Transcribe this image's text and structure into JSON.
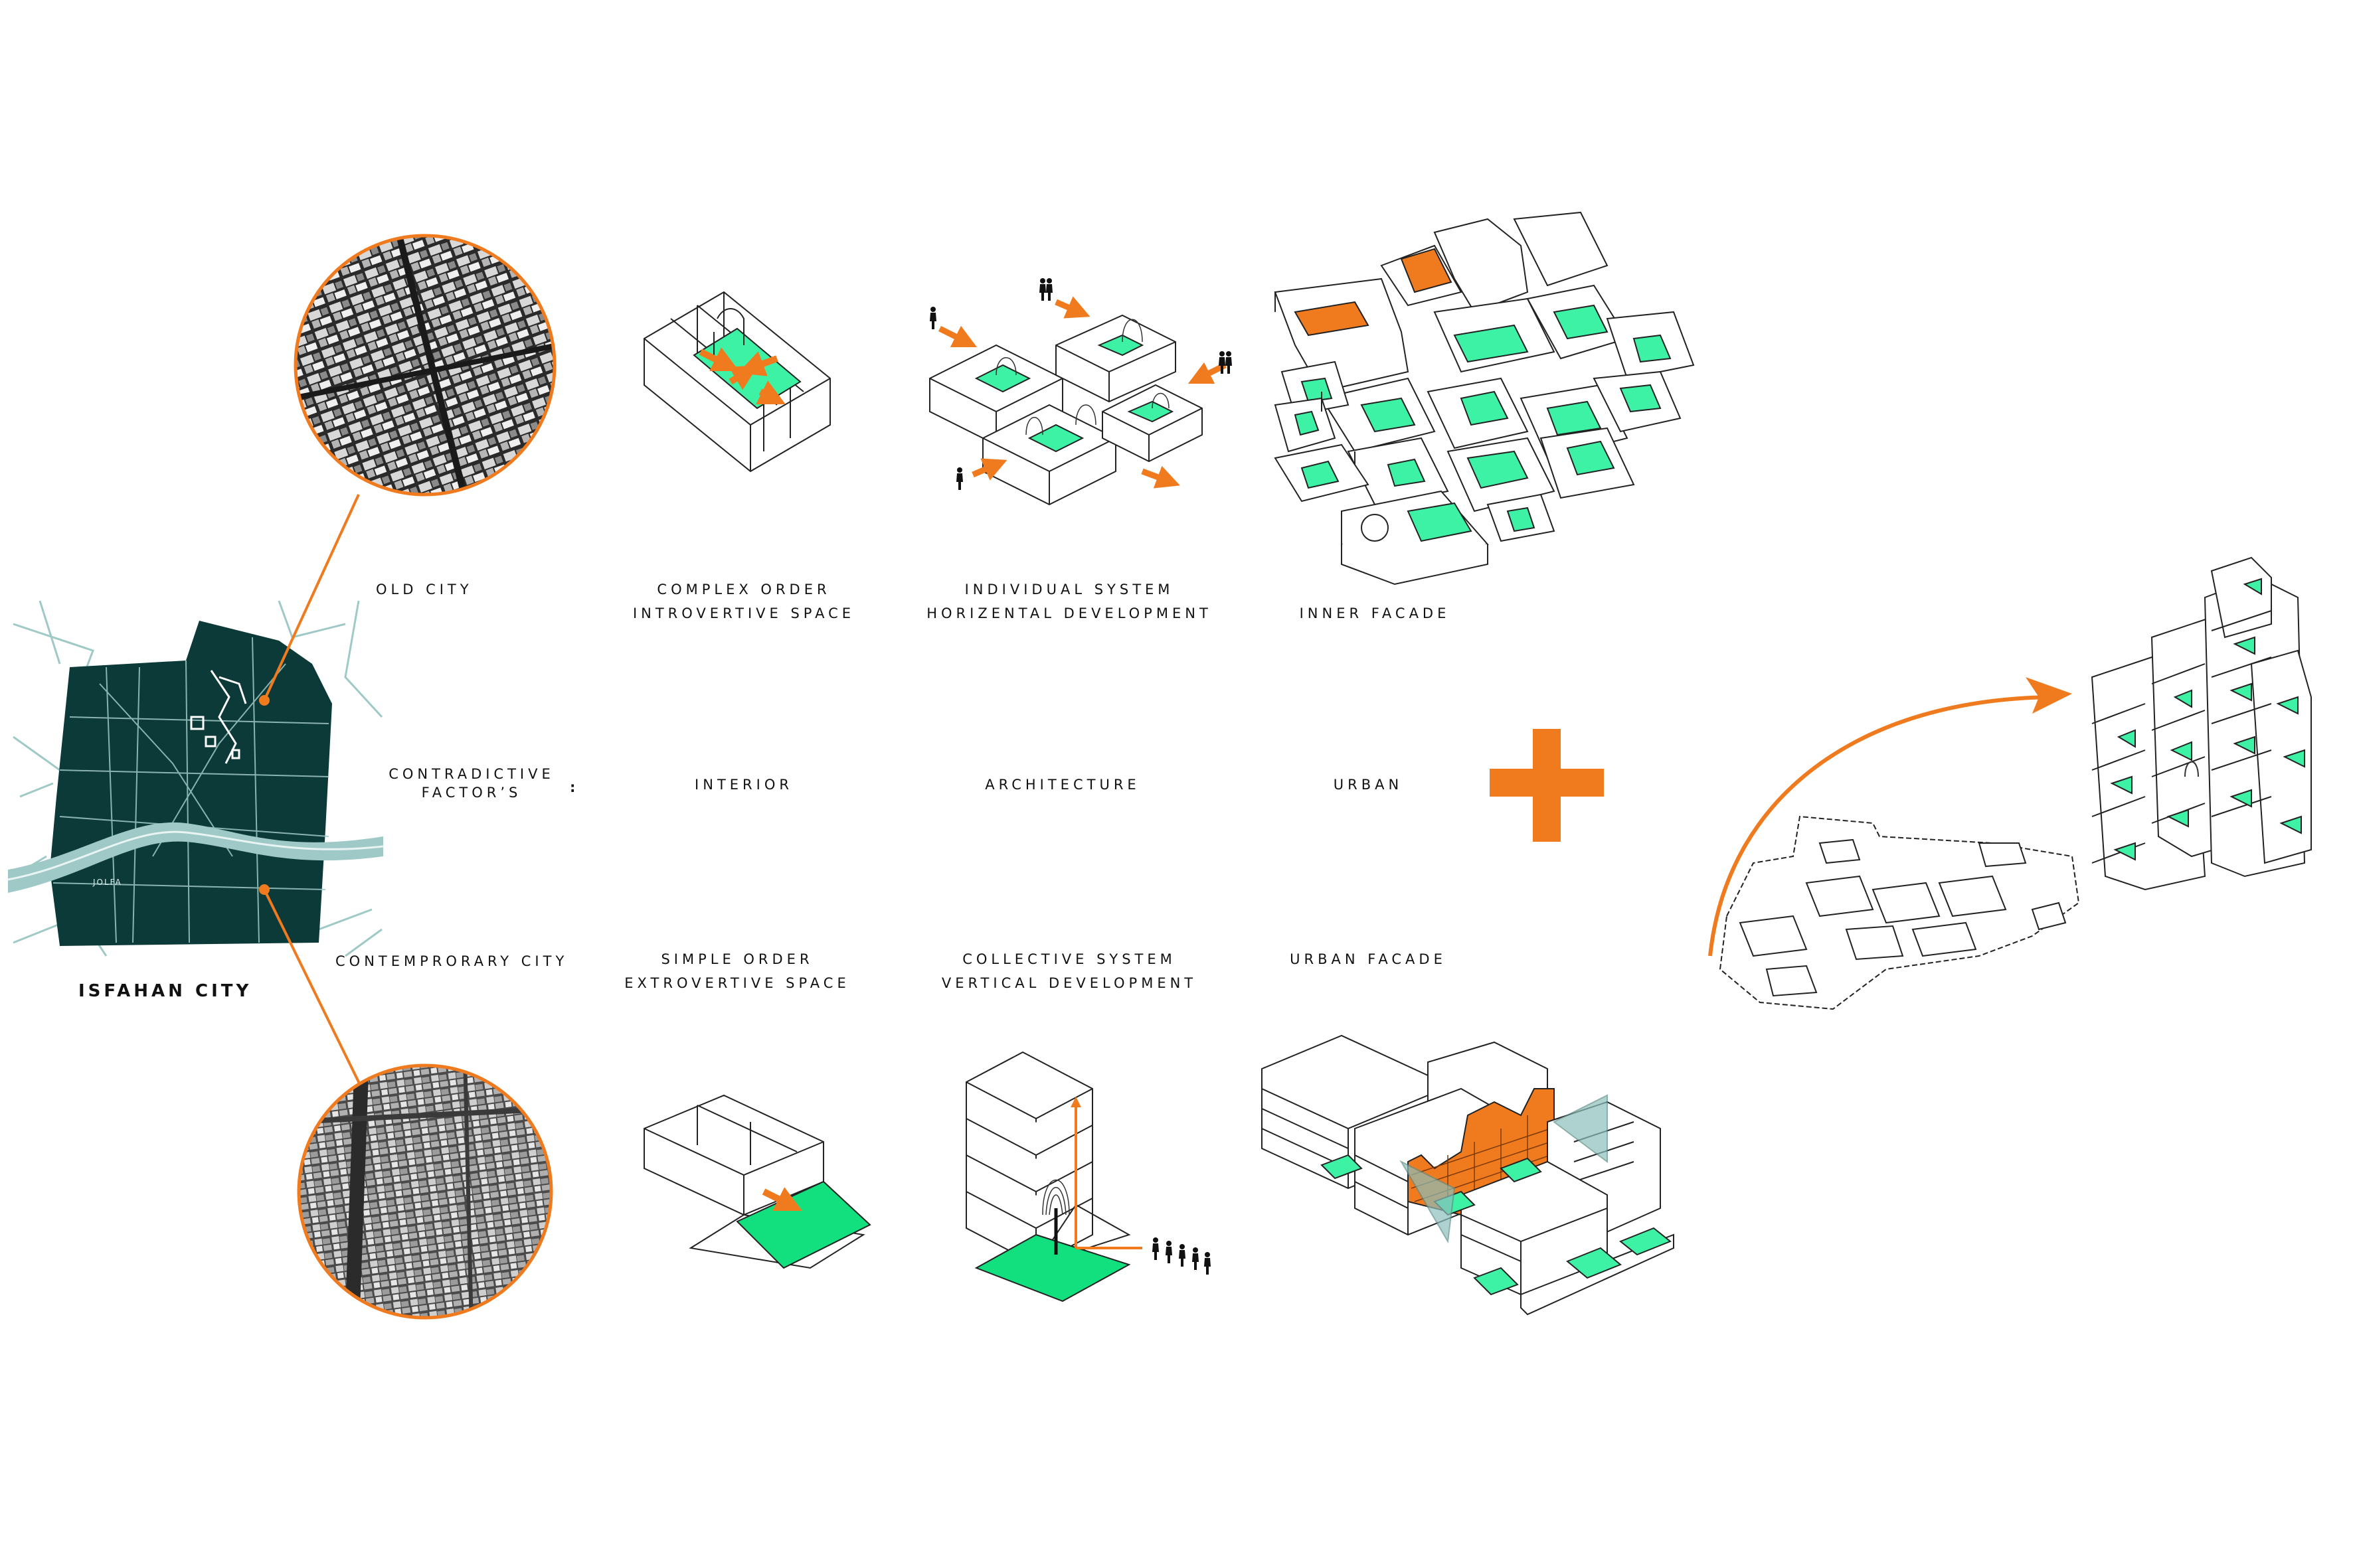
{
  "colors": {
    "orange": "#F07A1E",
    "green": "#3DF2A4",
    "green_bright": "#12E07E",
    "map_dark": "#0C3A38",
    "map_light": "#9FC9C6",
    "ink": "#111111",
    "glass": "#8CBFBB"
  },
  "map": {
    "title": "ISFAHAN CITY",
    "district_label": "JOLFA"
  },
  "rows": {
    "old_city": "OLD CITY",
    "contradictive_line1": "CONTRADICTIVE",
    "contradictive_line2": "FACTOR’S",
    "colon": ":",
    "contemporary_city": "CONTEMPRORARY CITY"
  },
  "columns": {
    "interior": {
      "old_line1": "COMPLEX ORDER",
      "old_line2": "INTROVERTIVE SPACE",
      "factor": "INTERIOR",
      "new_line1": "SIMPLE ORDER",
      "new_line2": "EXTROVERTIVE SPACE"
    },
    "architecture": {
      "old_line1": "INDIVIDUAL SYSTEM",
      "old_line2": "HORIZENTAL DEVELOPMENT",
      "factor": "ARCHITECTURE",
      "new_line1": "COLLECTIVE SYSTEM",
      "new_line2": "VERTICAL DEVELOPMENT"
    },
    "urban": {
      "old_line1": "INNER FACADE",
      "factor": "URBAN",
      "new_line1": "URBAN FACADE"
    }
  },
  "icons": {
    "plus": "plus-icon",
    "curved_arrow": "curved-arrow-icon",
    "person": "person-icon",
    "tree": "tree-icon"
  }
}
